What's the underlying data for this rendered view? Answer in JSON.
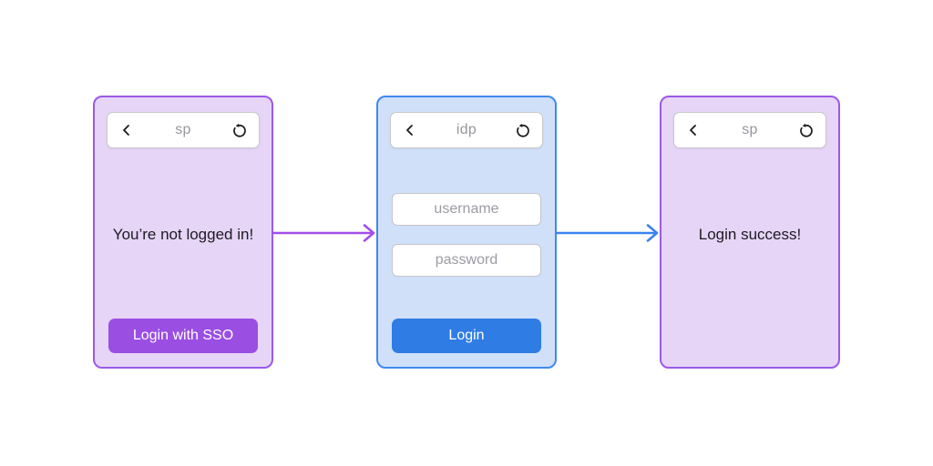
{
  "colors": {
    "purple-border": "#9c59e8",
    "purple-bg": "#e6d5f7",
    "purple-button": "#9a4ee2",
    "blue-border": "#4189ee",
    "blue-bg": "#cfe0f8",
    "blue-button": "#2f7ce4",
    "arrow-purple": "#a44ee8",
    "arrow-blue": "#3b82f0"
  },
  "icons": {
    "back-icon": "chevron-left",
    "refresh-icon": "counterclockwise-reload-arrow"
  },
  "panels": [
    {
      "role": "service-provider-before-login",
      "address": "sp",
      "message": "You’re not logged in!",
      "button": "Login with SSO"
    },
    {
      "role": "identity-provider",
      "address": "idp",
      "inputs": [
        {
          "placeholder": "username",
          "value": ""
        },
        {
          "placeholder": "password",
          "value": ""
        }
      ],
      "button": "Login"
    },
    {
      "role": "service-provider-after-login",
      "address": "sp",
      "message": "Login success!"
    }
  ]
}
